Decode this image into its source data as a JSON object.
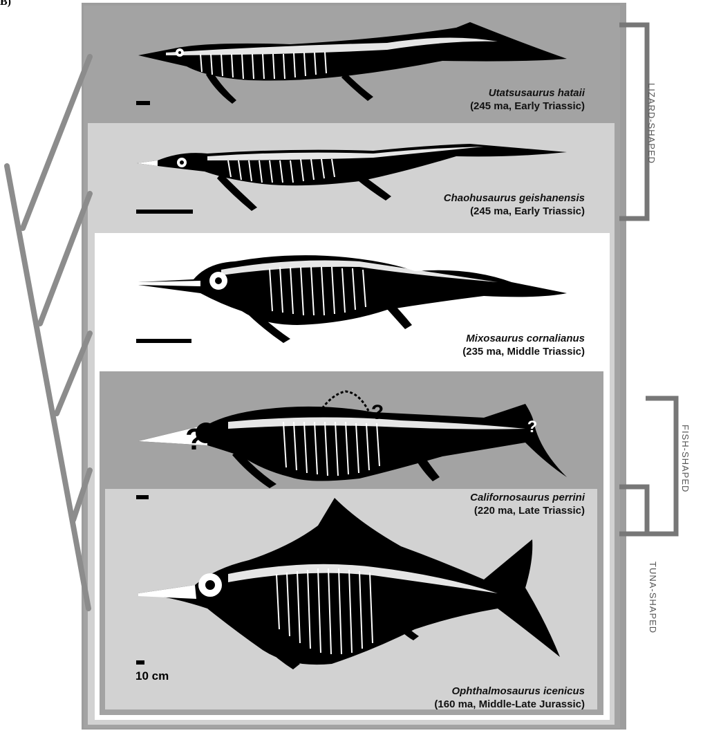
{
  "figure_label": "B)",
  "panels": [
    {
      "species": "Utatsusaurus hataii",
      "age": "(245 ma, Early Triassic)"
    },
    {
      "species": "Chaohusaurus geishanensis",
      "age": "(245 ma, Early Triassic)"
    },
    {
      "species": "Mixosaurus cornalianus",
      "age": "(235 ma, Middle Triassic)"
    },
    {
      "species": "Californosaurus perrini",
      "age": "(220 ma, Late Triassic)"
    },
    {
      "species": "Ophthalmosaurus icenicus",
      "age": "(160 ma, Middle-Late Jurassic)"
    }
  ],
  "brackets": {
    "lizard": "LIZARD-SHAPED",
    "fish": "FISH-SHAPED",
    "tuna": "TUNA-SHAPED"
  },
  "scale_bar_label": "10 cm",
  "uncertainty_mark": "?",
  "colors": {
    "outer_frame": "#9d9d9d",
    "panel_dark": "#a4a4a4",
    "panel_light": "#d2d2d2",
    "panel_white": "#ffffff",
    "tree": "#8c8c8c",
    "bracket": "#777777",
    "silhouette": "#000000",
    "bone": "#ffffff"
  }
}
